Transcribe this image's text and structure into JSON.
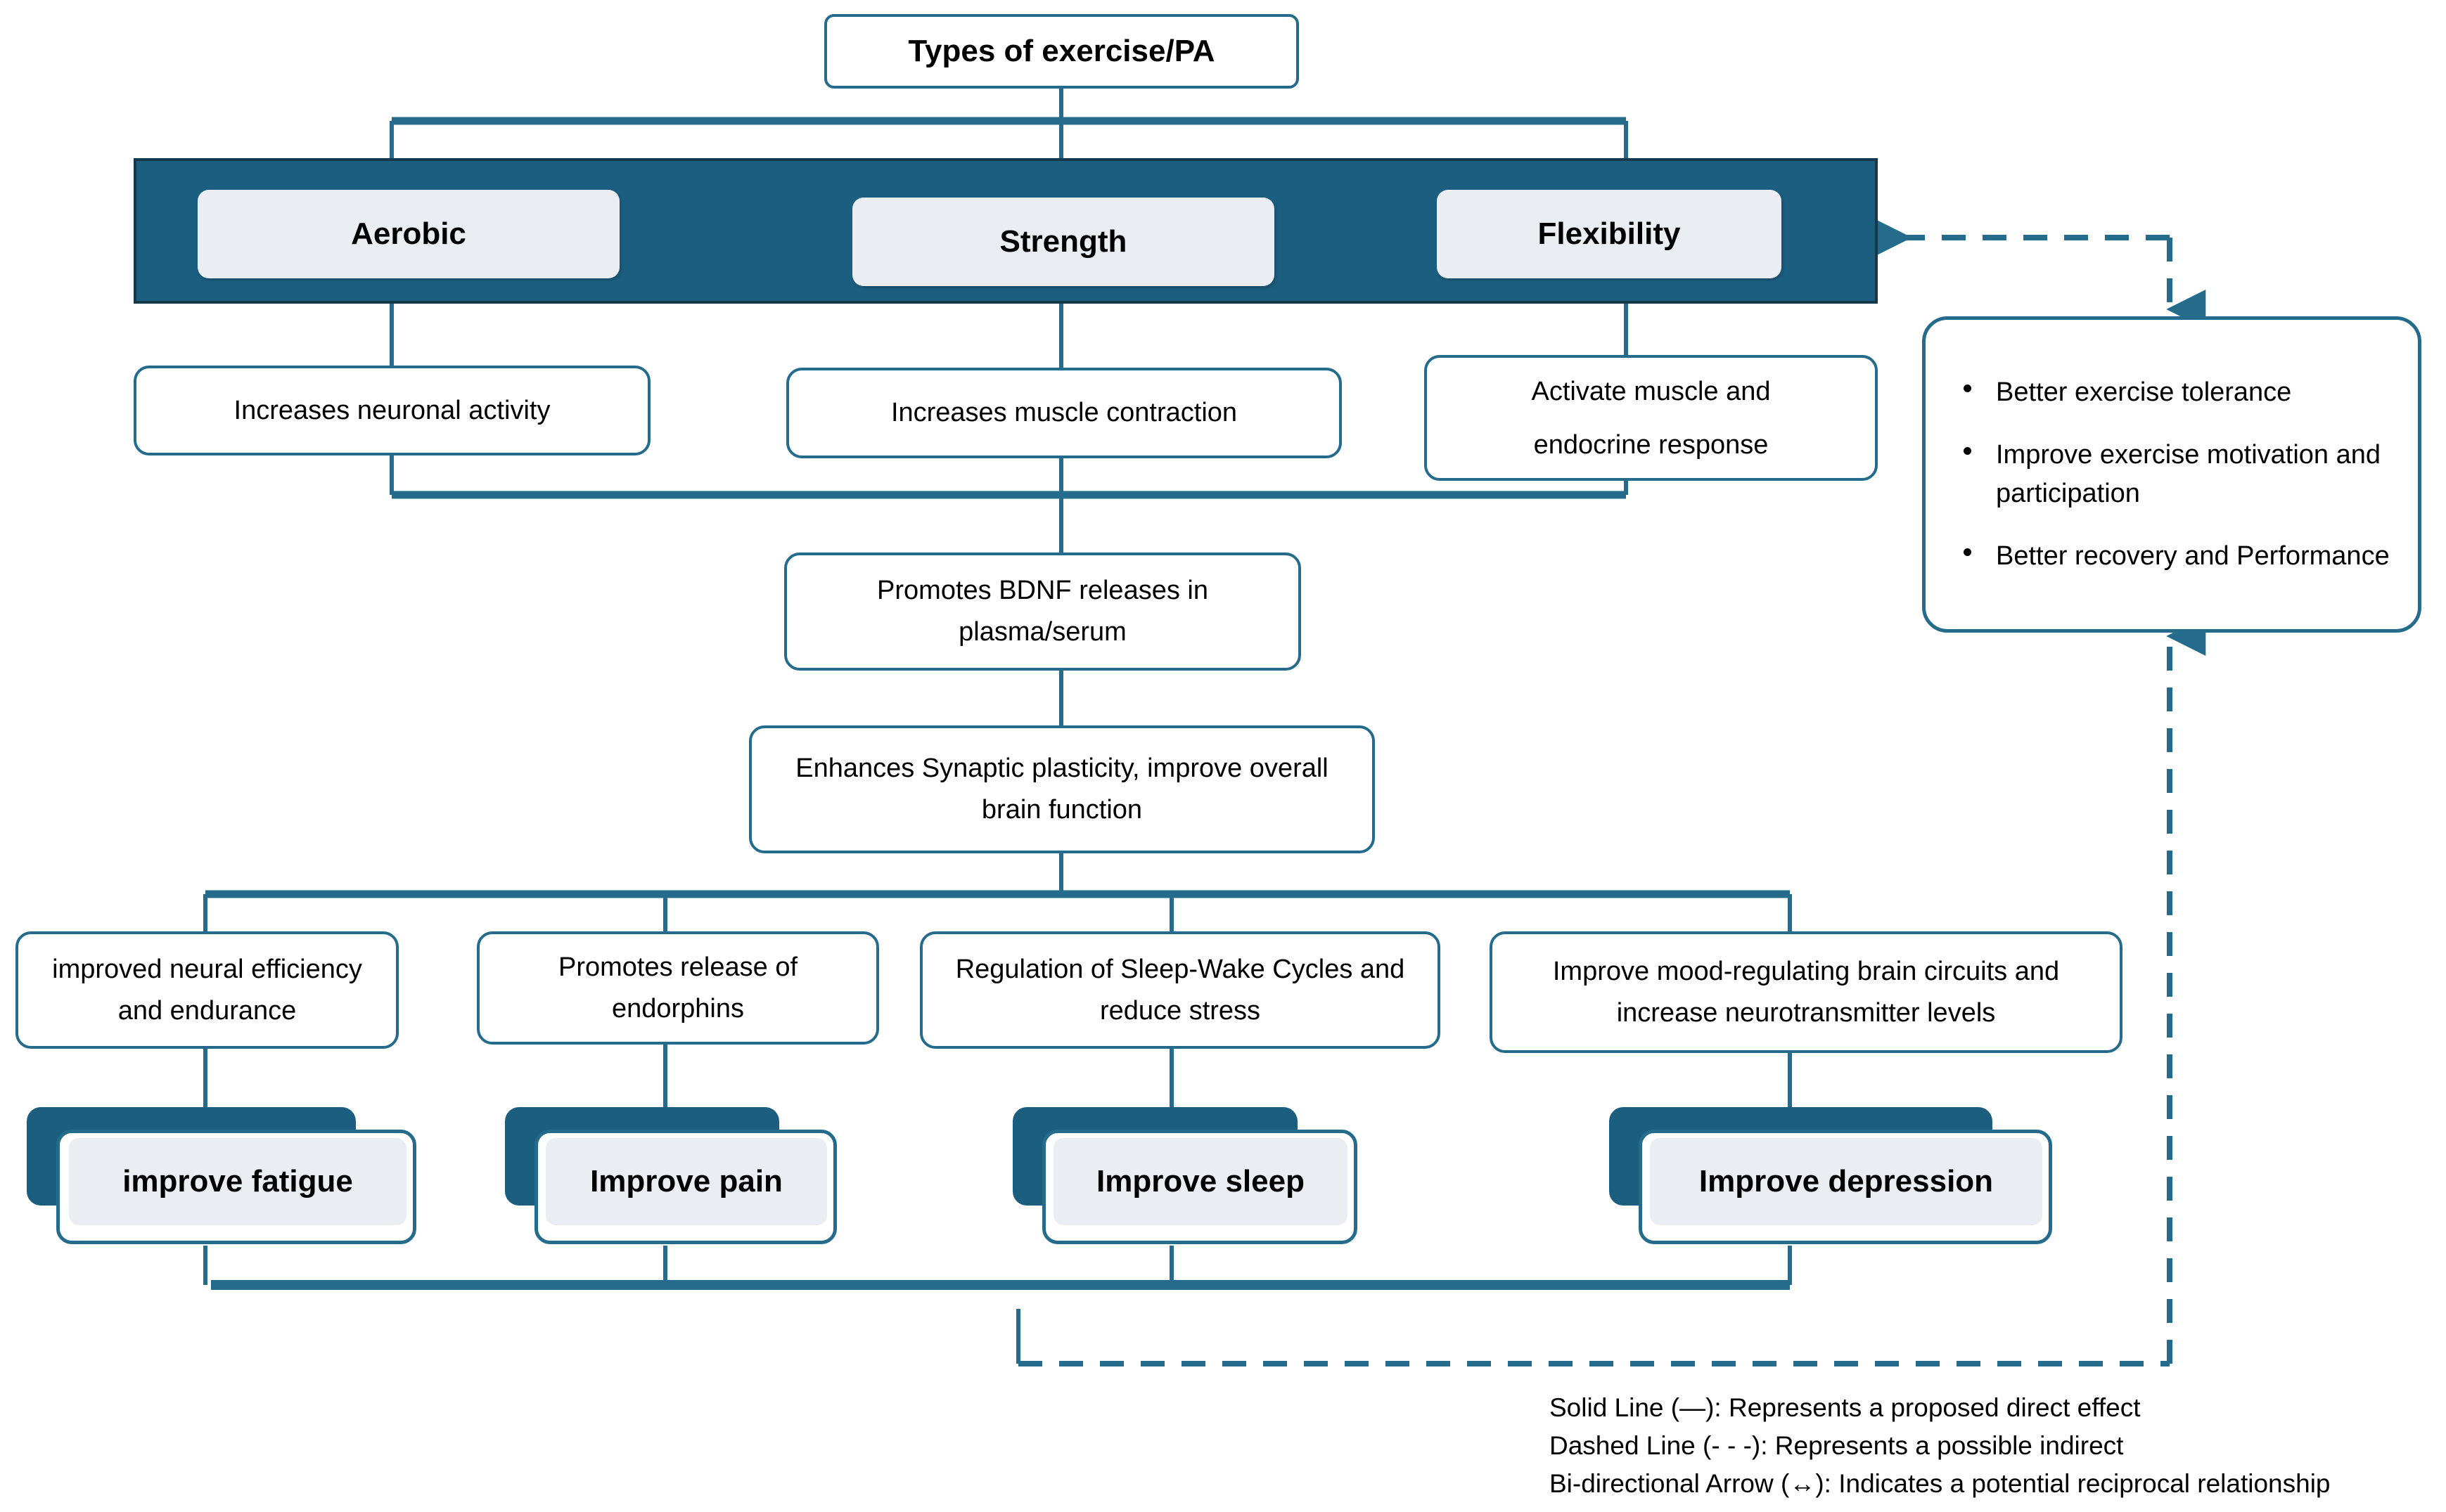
{
  "diagram": {
    "title_node": {
      "label": "Types of exercise/PA"
    },
    "exercise_types": [
      {
        "label": "Aerobic"
      },
      {
        "label": "Strength"
      },
      {
        "label": "Flexibility"
      }
    ],
    "primary_effects": [
      {
        "label": "Increases neuronal activity"
      },
      {
        "label": "Increases muscle contraction"
      },
      {
        "label": "Activate muscle and\nendocrine response"
      }
    ],
    "bdnf_node": {
      "label": "Promotes BDNF releases in plasma/serum"
    },
    "plasticity_node": {
      "label": "Enhances Synaptic plasticity, improve overall brain function"
    },
    "mechanisms": [
      {
        "label": "improved neural efficiency and endurance"
      },
      {
        "label": "Promotes release of endorphins"
      },
      {
        "label": "Regulation of Sleep-Wake Cycles and reduce stress"
      },
      {
        "label": "Improve mood-regulating brain circuits and increase neurotransmitter levels"
      }
    ],
    "outcomes": [
      {
        "label": "improve fatigue"
      },
      {
        "label": "Improve pain"
      },
      {
        "label": "Improve sleep"
      },
      {
        "label": "Improve depression"
      }
    ],
    "benefits_box": {
      "items": [
        "Better exercise tolerance",
        "Improve exercise motivation and  participation",
        "Better recovery and Performance"
      ]
    },
    "legend": {
      "lines": [
        "Solid Line (—): Represents a proposed direct effect",
        "Dashed Line (- - -): Represents a possible indirect",
        "Bi-directional Arrow (↔): Indicates a potential reciprocal relationship"
      ]
    },
    "colors": {
      "band_fill": "#1C5E80",
      "band_border": "#14394B",
      "node_border": "#246B8C",
      "chip_fill": "#EAEEF3",
      "connector": "#246B8C",
      "text": "#000000",
      "background": "#FFFFFF"
    }
  }
}
